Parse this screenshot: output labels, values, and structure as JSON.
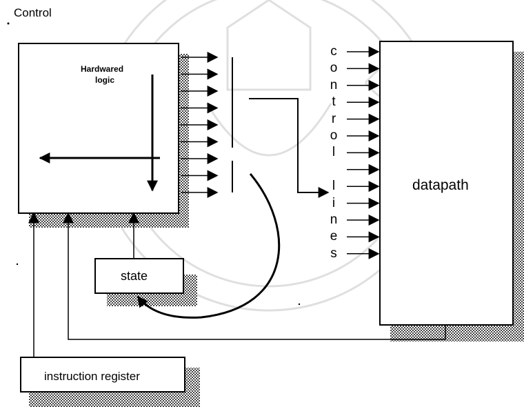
{
  "title": "Control",
  "hardwired_logic": {
    "line1": "Hardwared",
    "line2": "logic"
  },
  "state": {
    "label": "state"
  },
  "instruction_register": {
    "label": "instruction register"
  },
  "datapath": {
    "label": "datapath"
  },
  "control_lines": [
    "c",
    "o",
    "n",
    "t",
    "r",
    "o",
    "l",
    " ",
    "l",
    "i",
    "n",
    "e",
    "s"
  ]
}
